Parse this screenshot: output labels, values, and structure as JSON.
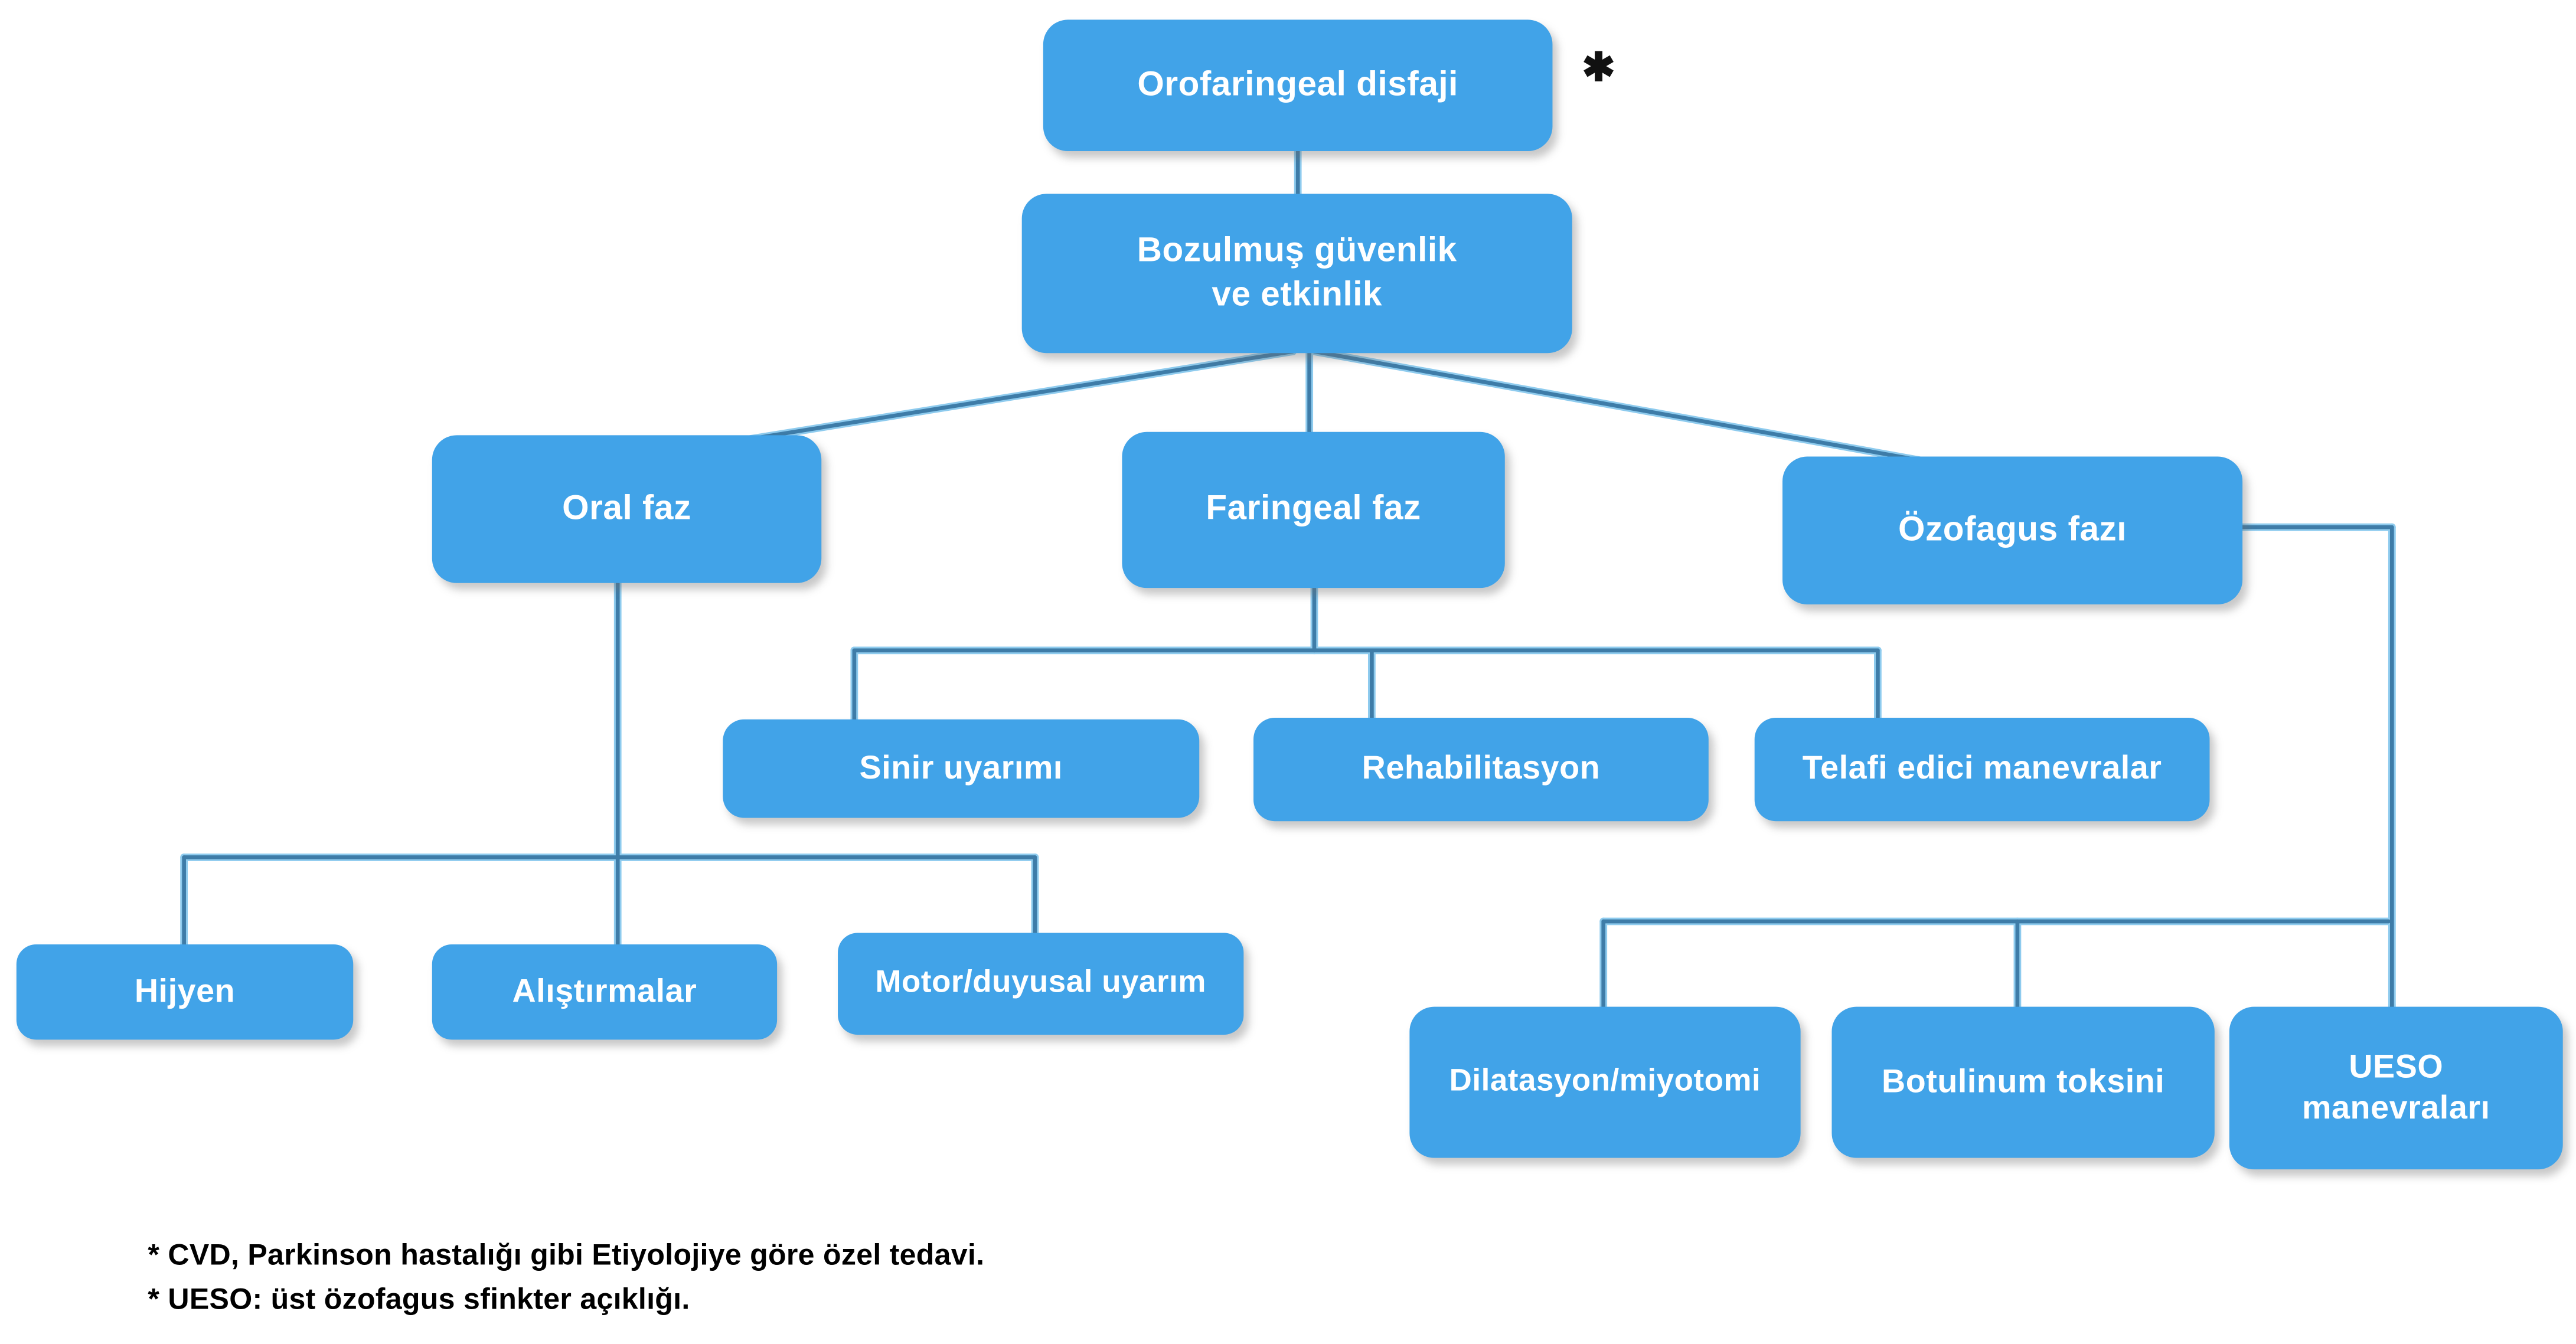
{
  "diagram": {
    "marker_symbol": "✱",
    "nodes": {
      "orofaringeal": {
        "label": "Orofaringeal disfaji"
      },
      "bozulmus": {
        "label": "Bozulmuş güvenlik\nve etkinlik"
      },
      "oral_faz": {
        "label": "Oral faz"
      },
      "faringeal_faz": {
        "label": "Faringeal faz"
      },
      "ozofagus_fazi": {
        "label": "Özofagus fazı"
      },
      "sinir_uyarimi": {
        "label": "Sinir uyarımı"
      },
      "rehabilitasyon": {
        "label": "Rehabilitasyon"
      },
      "telafi_edici": {
        "label": "Telafi edici manevralar"
      },
      "hijyen": {
        "label": "Hijyen"
      },
      "alistirmalar": {
        "label": "Alıştırmalar"
      },
      "motor_duyusal": {
        "label": "Motor/duyusal uyarım"
      },
      "dilatasyon": {
        "label": "Dilatasyon/miyotomi"
      },
      "botulinum": {
        "label": "Botulinum toksini"
      },
      "ueso": {
        "label": "UESO\nmanevraları"
      }
    },
    "footnotes": [
      "* CVD, Parkinson hastalığı gibi Etiyolojiye göre özel tedavi.",
      "* UESO: üst özofagus sfinkter açıklığı."
    ],
    "colors": {
      "node_fill": "#41a3e8",
      "node_text": "#ffffff",
      "connector_light": "#8ecbee",
      "connector_dark": "#3e7ca8",
      "footnote_text": "#000000",
      "background": "#ffffff"
    }
  }
}
